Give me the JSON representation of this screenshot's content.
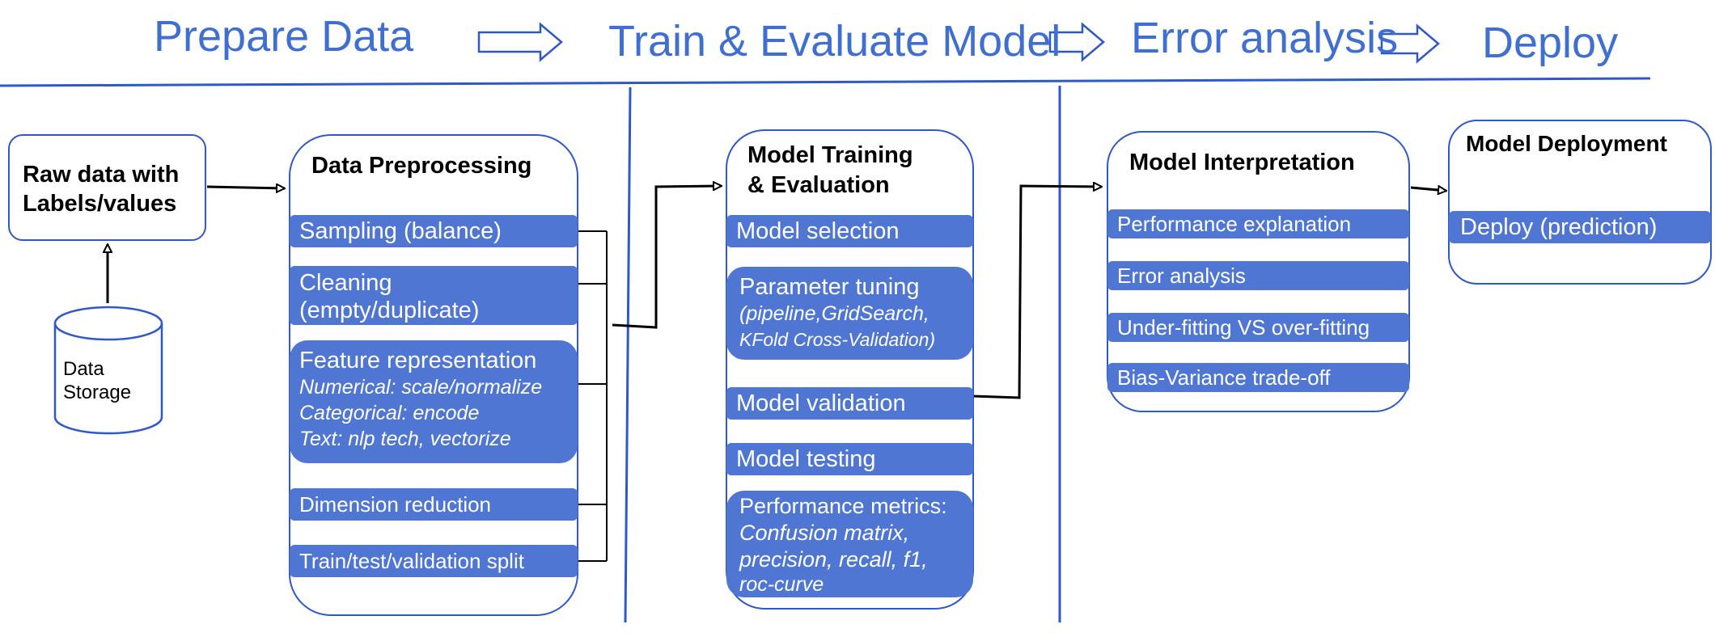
{
  "stages": [
    {
      "label": "Prepare Data"
    },
    {
      "label": "Train & Evaluate Model"
    },
    {
      "label": "Error analysis"
    },
    {
      "label": "Deploy"
    }
  ],
  "raw_data": {
    "title": "Raw data with Labels/values"
  },
  "storage": {
    "line1": "Data",
    "line2": "Storage"
  },
  "preprocessing": {
    "title": "Data Preprocessing",
    "sampling": "Sampling (balance)",
    "cleaning_1": "Cleaning",
    "cleaning_2": "(empty/duplicate)",
    "feature_title": "Feature representation",
    "feature_1": "Numerical: scale/normalize",
    "feature_2": "Categorical: encode",
    "feature_3": "Text: nlp tech, vectorize",
    "dimension": "Dimension reduction",
    "split": "Train/test/validation split"
  },
  "training": {
    "title_1": "Model Training",
    "title_2": "& Evaluation",
    "selection": "Model selection",
    "tuning_title": "Parameter tuning",
    "tuning_1": "(pipeline,GridSearch,",
    "tuning_2": "KFold Cross-Validation)",
    "validation": "Model validation",
    "testing": "Model testing",
    "metrics_title": "Performance metrics:",
    "metrics_1": "Confusion matrix,",
    "metrics_2": "precision, recall, f1,",
    "metrics_3": "roc-curve"
  },
  "interpretation": {
    "title": "Model Interpretation",
    "item_1": "Performance explanation",
    "item_2": "Error analysis",
    "item_3": "Under-fitting VS over-fitting",
    "item_4": "Bias-Variance trade-off"
  },
  "deployment": {
    "title": "Model Deployment",
    "item_1": "Deploy (prediction)"
  }
}
